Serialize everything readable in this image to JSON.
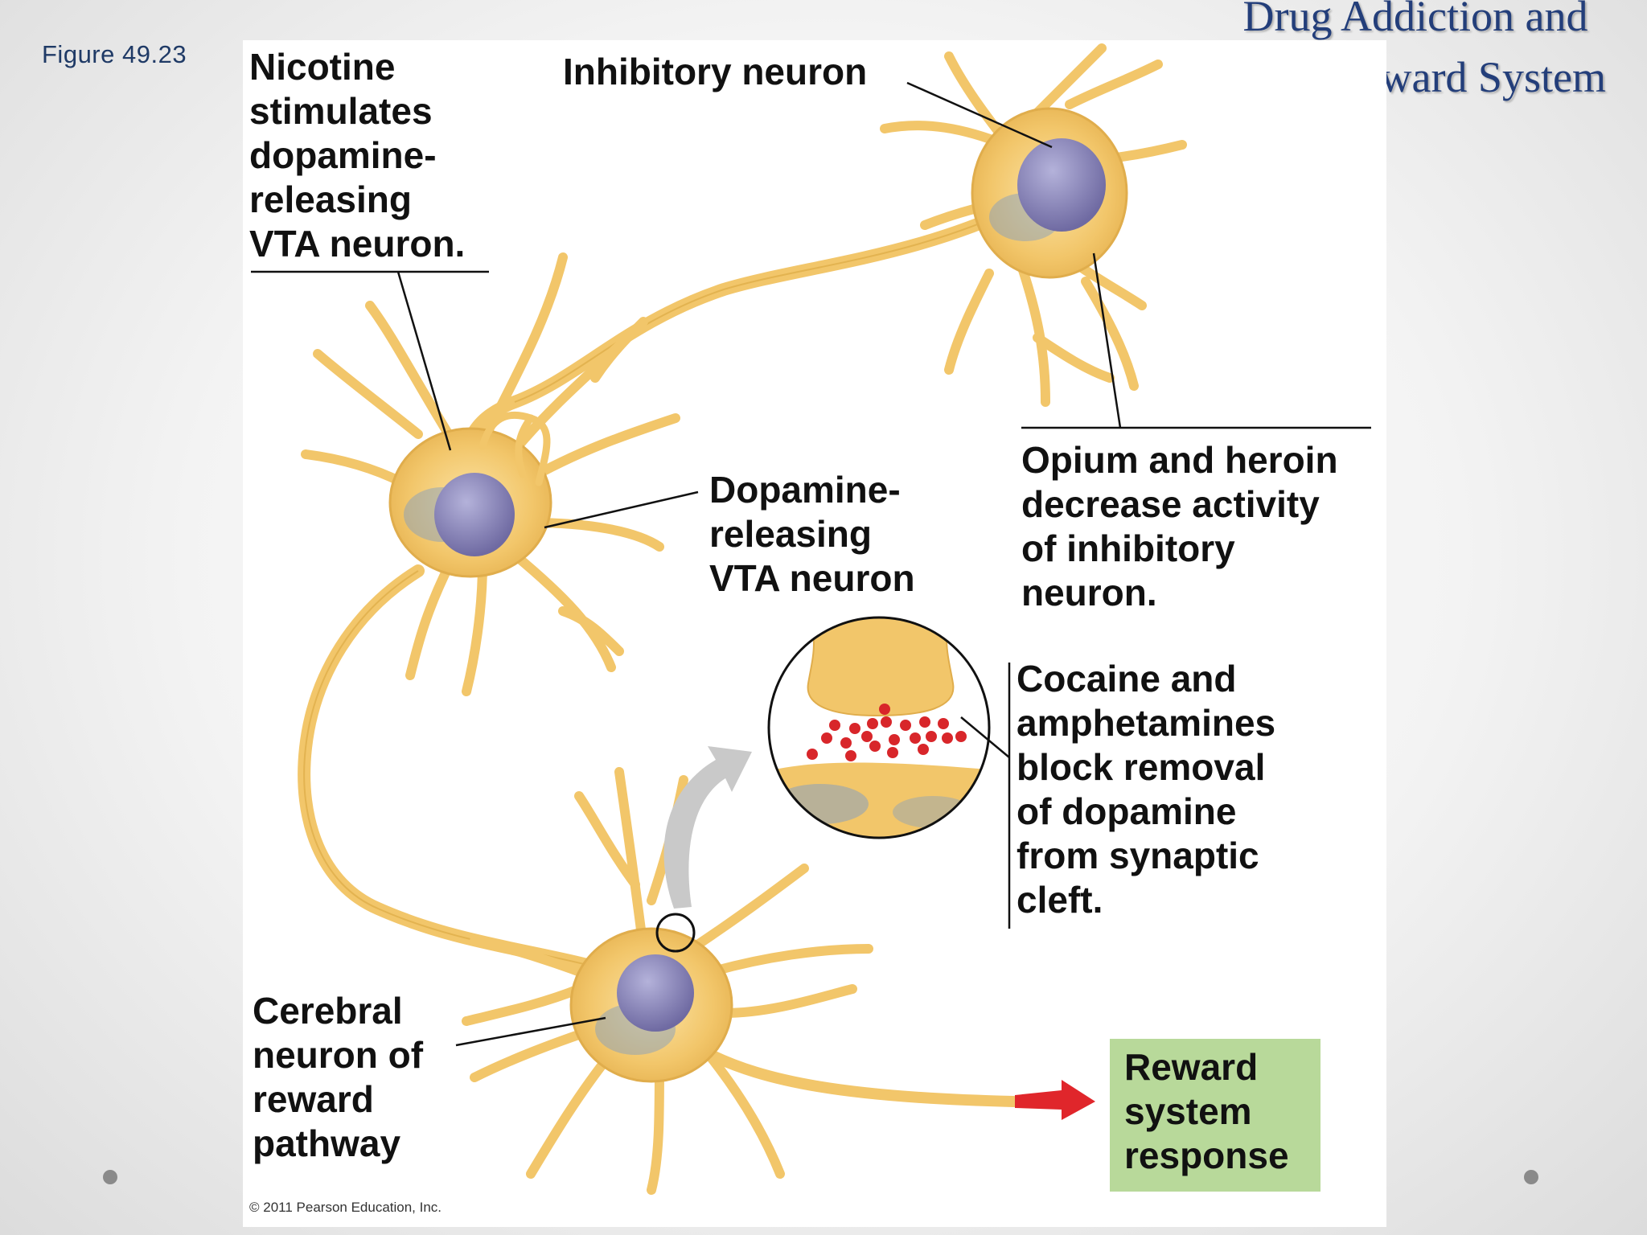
{
  "slide": {
    "figure_label": "Figure 49.23",
    "title": "Drug Addiction and Brain Reward System"
  },
  "labels": {
    "inhibitory_neuron": "Inhibitory neuron",
    "nicotine": "Nicotine\nstimulates\ndopamine-\nreleasing\nVTA neuron.",
    "dopamine_vta": "Dopamine-\nreleasing\nVTA neuron",
    "opium": "Opium and heroin\ndecrease activity\nof inhibitory\nneuron.",
    "cocaine": "Cocaine and\namphetamines\nblock removal\nof dopamine\nfrom synaptic\ncleft.",
    "cerebral": "Cerebral\nneuron of\nreward\npathway",
    "reward": "Reward\nsystem\nresponse"
  },
  "copyright": "© 2011 Pearson Education, Inc.",
  "colors": {
    "neuron": "#f2c66a",
    "neuron_edge": "#d9a63f",
    "nucleus": "#8a86b8",
    "title": "#233e7a",
    "reward_box": "#b8d99a",
    "vesicle": "#d8262a",
    "arrow_red": "#e0262b",
    "arrow_gray": "#c9c9c9"
  }
}
